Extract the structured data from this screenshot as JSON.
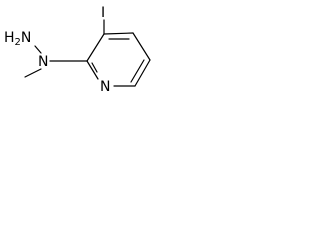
{
  "molecule": {
    "atoms": {
      "iodine": "I",
      "hydrazine_nh2": {
        "symbol": "H",
        "subscript": "2",
        "suffix": "N"
      },
      "amine_n": "N",
      "ring_n": "N"
    }
  },
  "colors": {
    "bond": "#000000",
    "text": "#000000",
    "background": "#ffffff"
  }
}
